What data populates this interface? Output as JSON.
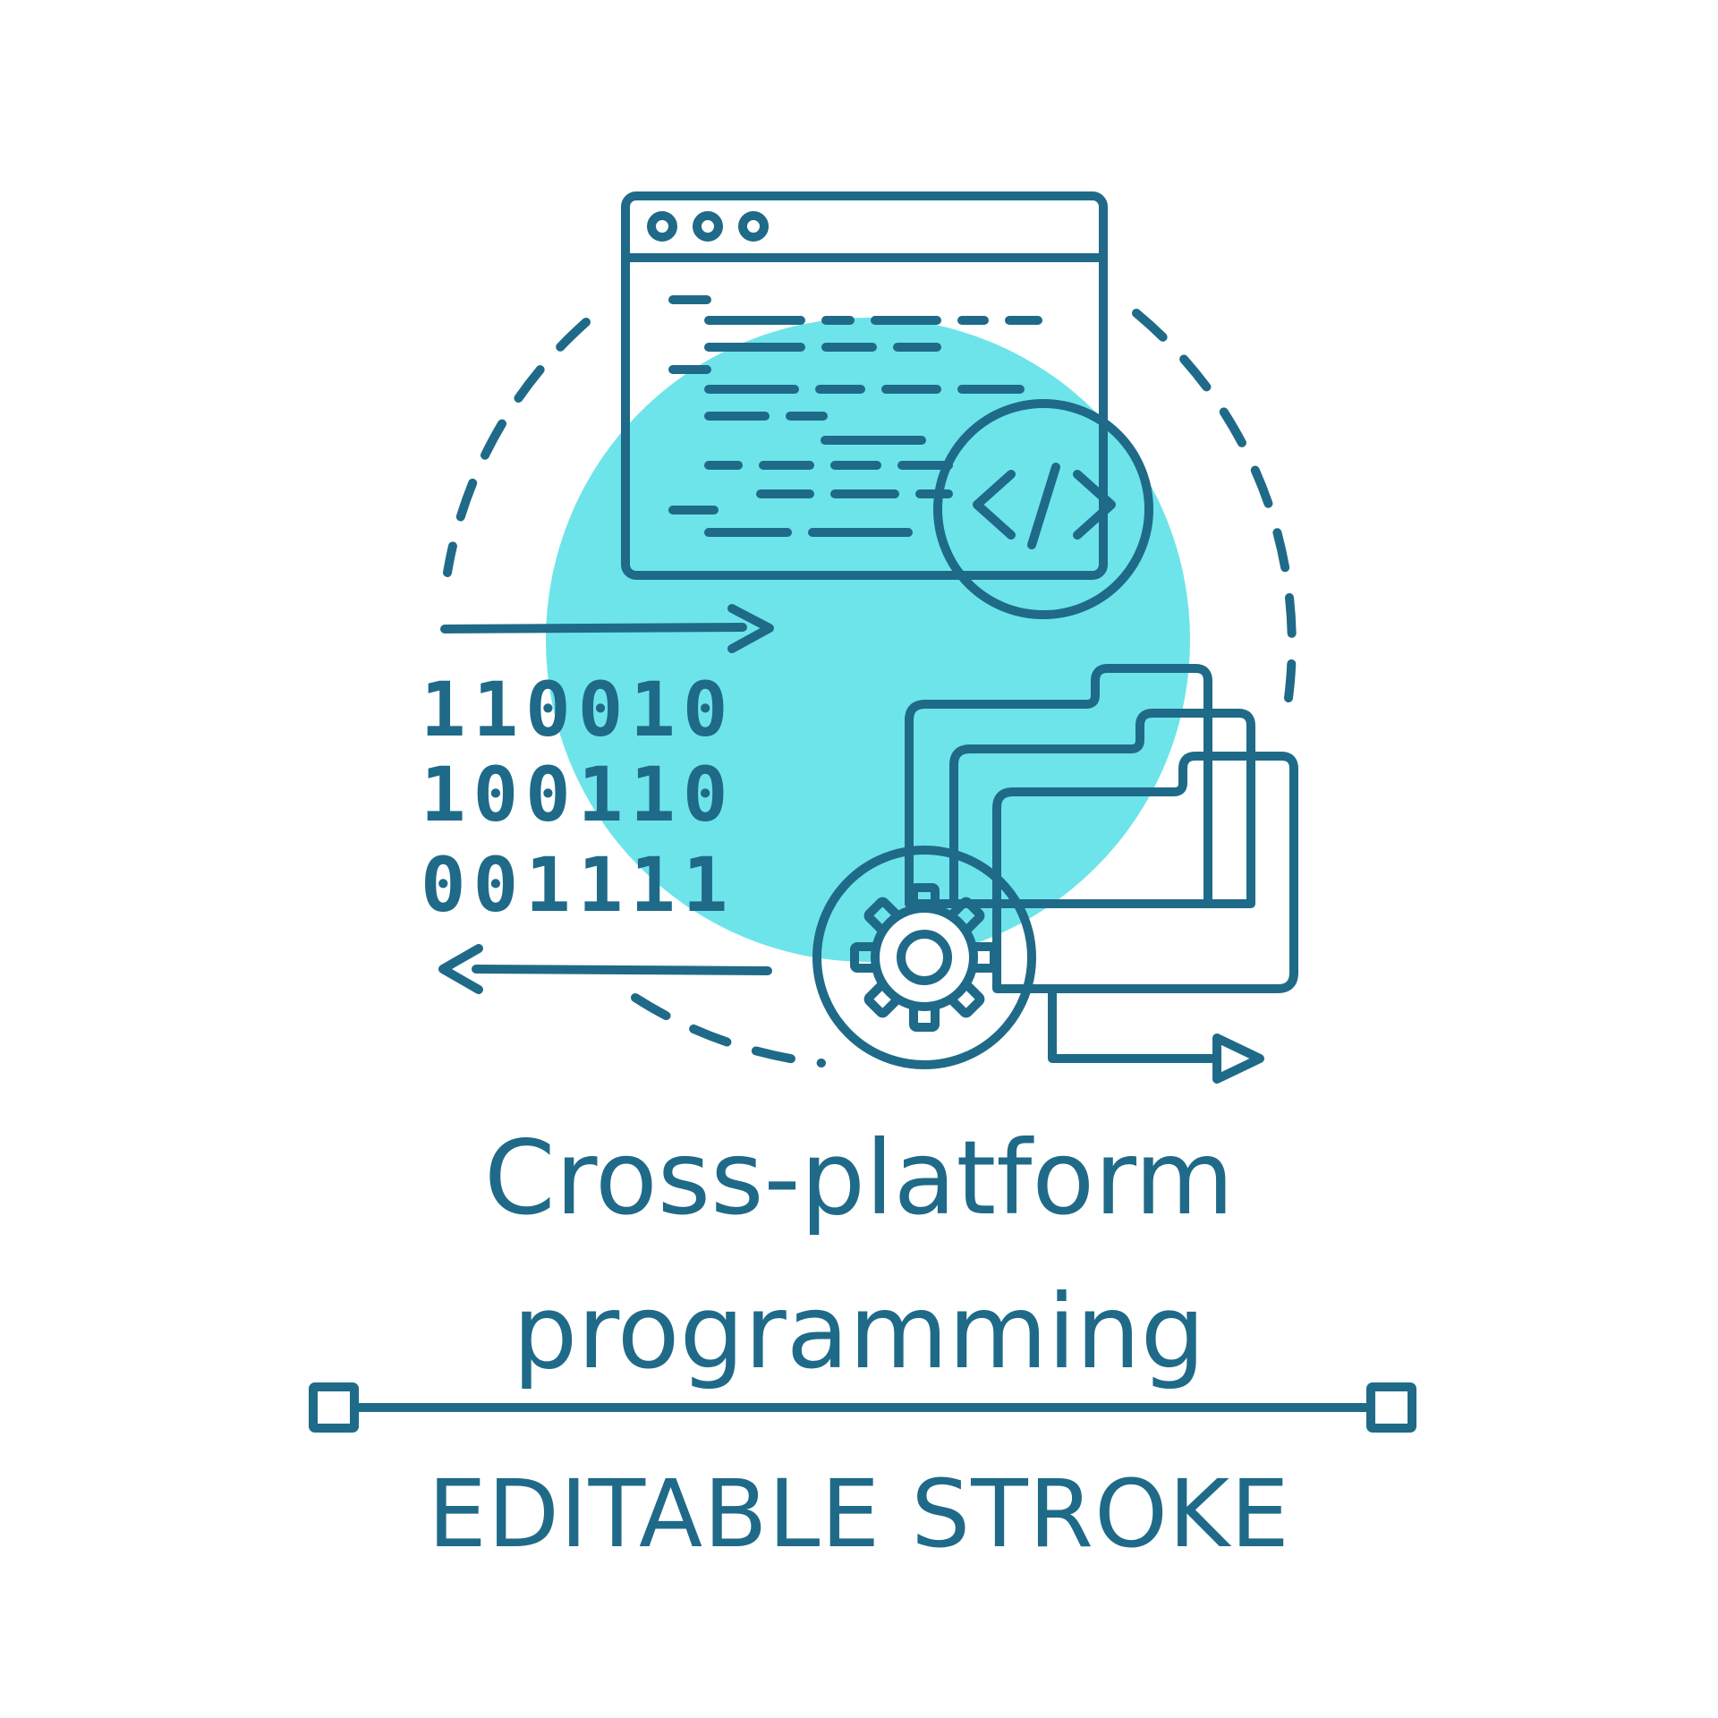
{
  "title": {
    "line1": "Cross-platform",
    "line2": "programming"
  },
  "subtitle": "EDITABLE STROKE",
  "binary": {
    "rows": [
      "110010",
      "100110",
      "001111"
    ]
  },
  "colors": {
    "stroke": "#1f6a88",
    "accent_circle": "#6de4ea",
    "light_fill": "#c2f8fb",
    "background": "#ffffff"
  },
  "icons": [
    "code-window-icon",
    "code-brackets-icon",
    "binary-code-icon",
    "folders-icon",
    "gear-icon",
    "arrow-right-icon",
    "arrow-left-icon",
    "dashed-cycle-icon",
    "editable-stroke-line-icon"
  ]
}
